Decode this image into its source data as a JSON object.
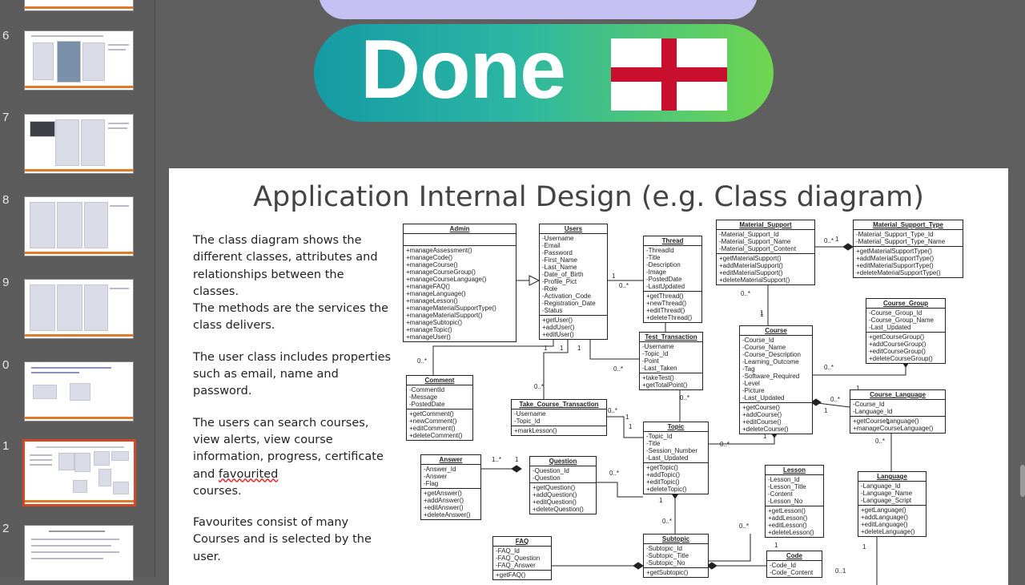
{
  "thumbnails": [
    {
      "number": "6"
    },
    {
      "number": "7"
    },
    {
      "number": "8"
    },
    {
      "number": "9"
    },
    {
      "number": "0"
    },
    {
      "number": "1"
    },
    {
      "number": "2"
    }
  ],
  "overlay": {
    "done_text": "Done",
    "flag_icon": "england-flag-icon"
  },
  "slide": {
    "title": "Application Internal Design (e.g. Class diagram)",
    "paragraphs": [
      "The class diagram shows the different classes, attributes and relationships between the classes.",
      "The methods are the services the class delivers.",
      "The user class includes properties such as email, name and password.",
      "The users can search courses, view alerts, view course information, progress, certificate and ",
      "Favourites consist of many Courses and is selected by the user."
    ],
    "favourited_word": "favourited",
    "courses_after": "courses."
  },
  "classes": {
    "admin": {
      "name": "Admin",
      "attrs": [],
      "methods": [
        "+manageAssessment()",
        "+manageCode()",
        "+manageCourse()",
        "+manageCourseGroup()",
        "+manageCourseLanguage()",
        "+manageFAQ()",
        "+manageLanguage()",
        "+manageLesson()",
        "+manageMaterialSupportType()",
        "+manageMaterialSupport()",
        "+manageSubtopic()",
        "+manageTopic()",
        "+manageUser()"
      ]
    },
    "users": {
      "name": "Users",
      "attrs": [
        "-Username",
        "-Email",
        "-Password",
        "-First_Name",
        "-Last_Name",
        "-Date_of_Birth",
        "-Profile_Pict",
        "-Role",
        "-Activation_Code",
        "-Registration_Date",
        "-Status"
      ],
      "methods": [
        "+getUser()",
        "+addUser()",
        "+editUser()"
      ]
    },
    "thread": {
      "name": "Thread",
      "attrs": [
        "-ThreadId",
        "-Title",
        "-Description",
        "-Image",
        "-PostedDate",
        "-LastUpdated"
      ],
      "methods": [
        "+getThread()",
        "+newThread()",
        "+editThread()",
        "+deleteThread()"
      ]
    },
    "material_support": {
      "name": "Material_Support",
      "attrs": [
        "-Material_Support_Id",
        "-Material_Support_Name",
        "-Material_Support_Content"
      ],
      "methods": [
        "+getMaterialSupport()",
        "+addMaterialSupport()",
        "+editMaterialSupport()",
        "+deleteMaterialSupport()"
      ]
    },
    "material_support_type": {
      "name": "Material_Support_Type",
      "attrs": [
        "-Material_Support_Type_Id",
        "-Material_Support_Type_Name"
      ],
      "methods": [
        "+getMaterialSupportType()",
        "+addMaterialSupportType()",
        "+editMaterialSupportType()",
        "+deleteMaterialSupportType()"
      ]
    },
    "course_group": {
      "name": "Course_Group",
      "attrs": [
        "-Course_Group_Id",
        "-Course_Group_Name",
        "-Last_Updated"
      ],
      "methods": [
        "+getCourseGroup()",
        "+addCourseGroup()",
        "+editCourseGroup()",
        "+deleteCourseGroup()"
      ]
    },
    "test_transaction": {
      "name": "Test_Transaction",
      "attrs": [
        "-Username",
        "-Topic_Id",
        "-Point",
        "-Last_Taken"
      ],
      "methods": [
        "+takeTest()",
        "+getTotalPoint()"
      ]
    },
    "course": {
      "name": "Course",
      "attrs": [
        "-Course_Id",
        "-Course_Name",
        "-Course_Description",
        "-Learning_Outcome",
        "-Tag",
        "-Software_Required",
        "-Level",
        "-Picture",
        "-Last_Updated"
      ],
      "methods": [
        "+getCourse()",
        "+addCourse()",
        "+editCourse()",
        "+deleteCourse()"
      ]
    },
    "comment": {
      "name": "Comment",
      "attrs": [
        "-CommentId",
        "-Message",
        "-PostedDate"
      ],
      "methods": [
        "+getComment()",
        "+newComment()",
        "+editComment()",
        "+deleteComment()"
      ]
    },
    "take_course_transaction": {
      "name": "Take_Course_Transaction",
      "attrs": [
        "-Username",
        "-Topic_Id"
      ],
      "methods": [
        "+markLesson()"
      ]
    },
    "course_language": {
      "name": "Course_Language",
      "attrs": [
        "-Course_Id",
        "-Language_Id"
      ],
      "methods": [
        "+getCourseLanguage()",
        "+manageCourseLanguage()"
      ]
    },
    "topic": {
      "name": "Topic",
      "attrs": [
        "-Topic_Id",
        "-Title",
        "-Session_Number",
        "-Last_Updated"
      ],
      "methods": [
        "+getTopic()",
        "+addTopic()",
        "+editTopic()",
        "+deleteTopic()"
      ]
    },
    "answer": {
      "name": "Answer",
      "attrs": [
        "-Answer_Id",
        "-Answer",
        "-Flag"
      ],
      "methods": [
        "+getAnswer()",
        "+addAnswer()",
        "+editAnswer()",
        "+deleteAnswer()"
      ]
    },
    "question": {
      "name": "Question",
      "attrs": [
        "-Question_Id",
        "-Question"
      ],
      "methods": [
        "+getQuestion()",
        "+addQuestion()",
        "+editQuestion()",
        "+deleteQuestion()"
      ]
    },
    "lesson": {
      "name": "Lesson",
      "attrs": [
        "-Lesson_Id",
        "-Lesson_Title",
        "-Content",
        "-Lesson_No"
      ],
      "methods": [
        "+getLesson()",
        "+addLesson()",
        "+editLesson()",
        "+deleteLesson()"
      ]
    },
    "language": {
      "name": "Language",
      "attrs": [
        "-Language_Id",
        "-Language_Name",
        "-Language_Script"
      ],
      "methods": [
        "+getLanguage()",
        "+addLanguage()",
        "+editLanguage()",
        "+deleteLanguage()"
      ]
    },
    "faq": {
      "name": "FAQ",
      "attrs": [
        "-FAQ_Id",
        "-FAQ_Question",
        "-FAQ_Answer"
      ],
      "methods": [
        "+getFAQ()"
      ]
    },
    "subtopic": {
      "name": "Subtopic",
      "attrs": [
        "-Subtopic_Id",
        "-Subtopic_Title",
        "-Subtopic_No"
      ],
      "methods": [
        "+getSubtopic()"
      ]
    },
    "code": {
      "name": "Code",
      "attrs": [
        "-Code_Id",
        "-Code_Content"
      ],
      "methods": []
    }
  },
  "multiplicities": {
    "m1": "0..*",
    "m2": "1",
    "m3": "0..*",
    "m4": "1",
    "m5": "1",
    "m6": "0..*",
    "m7": "0..*",
    "m8": "1",
    "m9": "0..*",
    "m10": "1",
    "m11": "0..*",
    "m12": "0..*",
    "m13": "1",
    "m14": "0..*",
    "m15": "1",
    "m16": "1..*",
    "m17": "1",
    "m18": "0..*",
    "m19": "0..*",
    "m20": "1",
    "m21": "0..*",
    "m22": "1",
    "m23": "0..*",
    "m24": "1",
    "m25": "0..*",
    "m26": "1",
    "m27": "1",
    "m28": "0..*",
    "m29": "1",
    "m30": "0..1",
    "m31": "1",
    "m32": "1",
    "m33": "0..*",
    "m34": "1"
  }
}
